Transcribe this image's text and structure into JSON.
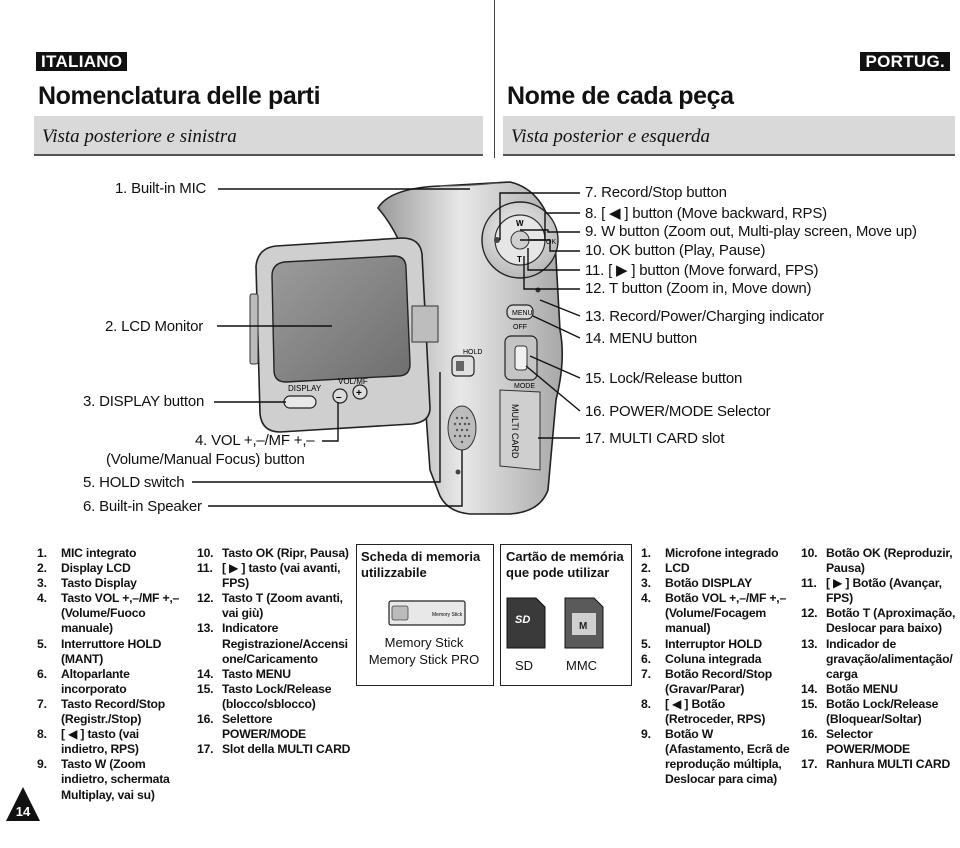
{
  "header": {
    "lang_left": "ITALIANO",
    "lang_right": "PORTUG.",
    "title_left": "Nomenclatura delle parti",
    "title_right": "Nome de cada peça",
    "subtitle_left": "Vista posteriore e sinistra",
    "subtitle_right": "Vista posterior e esquerda"
  },
  "diagram": {
    "left_labels": [
      "1. Built-in MIC",
      "2. LCD Monitor",
      "3. DISPLAY button",
      "4. VOL +,–/MF +,–",
      "(Volume/Manual Focus) button",
      "5. HOLD switch",
      "6. Built-in Speaker"
    ],
    "right_labels": [
      "7. Record/Stop button",
      "8. [ ◀ ] button (Move backward, RPS)",
      "9. W button (Zoom out, Multi-play screen, Move up)",
      "10. OK button (Play, Pause)",
      "11. [ ▶ ] button (Move forward, FPS)",
      "12. T button (Zoom in, Move down)",
      "13. Record/Power/Charging indicator",
      "14. MENU button",
      "15. Lock/Release button",
      "16. POWER/MODE Selector",
      "17. MULTI CARD slot"
    ],
    "device_text": {
      "display": "DISPLAY",
      "volmf": "VOL/MF",
      "hold": "HOLD",
      "menu": "MENU",
      "off": "OFF",
      "mode": "MODE",
      "multicard": "MULTI CARD",
      "w": "W",
      "t": "T",
      "ok": "OK"
    }
  },
  "italian_list_1": [
    {
      "n": "1.",
      "t": "MIC integrato"
    },
    {
      "n": "2.",
      "t": "Display LCD"
    },
    {
      "n": "3.",
      "t": "Tasto Display"
    },
    {
      "n": "4.",
      "t": "Tasto VOL +,–/MF +,– (Volume/Fuoco manuale)"
    },
    {
      "n": "5.",
      "t": "Interruttore HOLD (MANT)"
    },
    {
      "n": "6.",
      "t": "Altoparlante incorporato"
    },
    {
      "n": "7.",
      "t": "Tasto Record/Stop (Registr./Stop)"
    },
    {
      "n": "8.",
      "t": "[ ◀ ] tasto (vai indietro, RPS)"
    },
    {
      "n": "9.",
      "t": "Tasto W (Zoom indietro, schermata Multiplay, vai su)"
    }
  ],
  "italian_list_2": [
    {
      "n": "10.",
      "t": "Tasto OK (Ripr, Pausa)"
    },
    {
      "n": "11.",
      "t": "[ ▶ ] tasto (vai avanti, FPS)"
    },
    {
      "n": "12.",
      "t": "Tasto T (Zoom avanti, vai giù)"
    },
    {
      "n": "13.",
      "t": "Indicatore Registrazione/Accensi one/Caricamento"
    },
    {
      "n": "14.",
      "t": "Tasto MENU"
    },
    {
      "n": "15.",
      "t": "Tasto Lock/Release (blocco/sblocco)"
    },
    {
      "n": "16.",
      "t": "Selettore POWER/MODE"
    },
    {
      "n": "17.",
      "t": "Slot della MULTI CARD"
    }
  ],
  "cards": {
    "it_title_1": "Scheda di memoria",
    "it_title_2": "utilizzabile",
    "ms_1": "Memory Stick",
    "ms_2": "Memory Stick PRO",
    "pt_title_1": "Cartão de memória",
    "pt_title_2": "que pode utilizar",
    "sd": "SD",
    "mmc": "MMC",
    "ms_card_text": "Memory Stick",
    "sd_card_text": "SD",
    "mmc_card_text": "M"
  },
  "portuguese_list_1": [
    {
      "n": "1.",
      "t": "Microfone integrado"
    },
    {
      "n": "2.",
      "t": "LCD"
    },
    {
      "n": "3.",
      "t": "Botão DISPLAY"
    },
    {
      "n": "4.",
      "t": "Botão VOL +,–/MF +,– (Volume/Focagem manual)"
    },
    {
      "n": "5.",
      "t": "Interruptor HOLD"
    },
    {
      "n": "6.",
      "t": "Coluna integrada"
    },
    {
      "n": "7.",
      "t": "Botão Record/Stop (Gravar/Parar)"
    },
    {
      "n": "8.",
      "t": "[ ◀ ] Botão (Retroceder, RPS)"
    },
    {
      "n": "9.",
      "t": "Botão W (Afastamento, Ecrã de reprodução múltipla, Deslocar para cima)"
    }
  ],
  "portuguese_list_2": [
    {
      "n": "10.",
      "t": "Botão OK (Reproduzir, Pausa)"
    },
    {
      "n": "11.",
      "t": "[ ▶ ] Botão (Avançar, FPS)"
    },
    {
      "n": "12.",
      "t": "Botão T (Aproximação, Deslocar para baixo)"
    },
    {
      "n": "13.",
      "t": "Indicador de gravação/alimentação/ carga"
    },
    {
      "n": "14.",
      "t": "Botão MENU"
    },
    {
      "n": "15.",
      "t": "Botão Lock/Release (Bloquear/Soltar)"
    },
    {
      "n": "16.",
      "t": "Selector POWER/MODE"
    },
    {
      "n": "17.",
      "t": "Ranhura MULTI CARD"
    }
  ],
  "page_number": "14"
}
